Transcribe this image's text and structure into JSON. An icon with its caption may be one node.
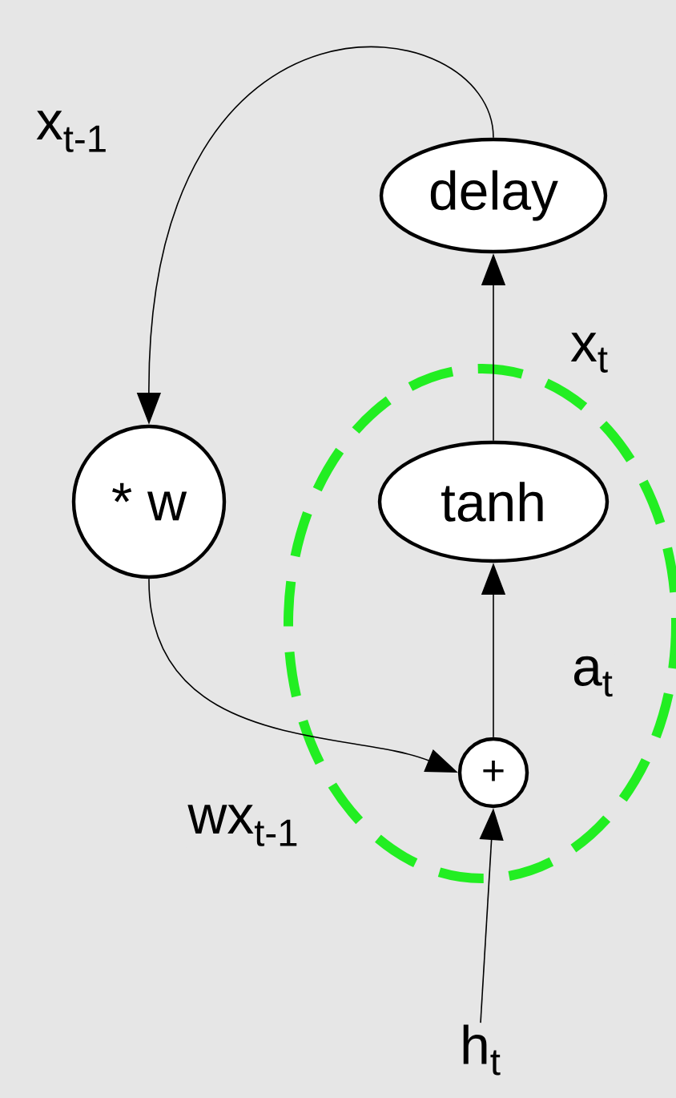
{
  "diagram": {
    "nodes": [
      {
        "text": [
          "delay"
        ]
      },
      {
        "text": [
          "* w"
        ]
      },
      {
        "text": [
          "tanh"
        ]
      },
      {
        "text": [
          "+"
        ]
      },
      {
        "text": [
          "h$_{t}$"
        ]
      }
    ],
    "edges": [
      {
        "from": 0,
        "to": 1,
        "arrow": "to",
        "label": "x$_{t-1}$"
      },
      {
        "from": 2,
        "to": 0,
        "arrow": "to",
        "label": "x$_{t}$"
      },
      {
        "from": 1,
        "to": 3,
        "arrow": "to",
        "label": "wx$_{t-1}$"
      },
      {
        "from": 3,
        "to": 2,
        "arrow": "to",
        "label": "a$_{t}$"
      },
      {
        "from": 4,
        "to": 3,
        "arrow": "to"
      }
    ]
  }
}
